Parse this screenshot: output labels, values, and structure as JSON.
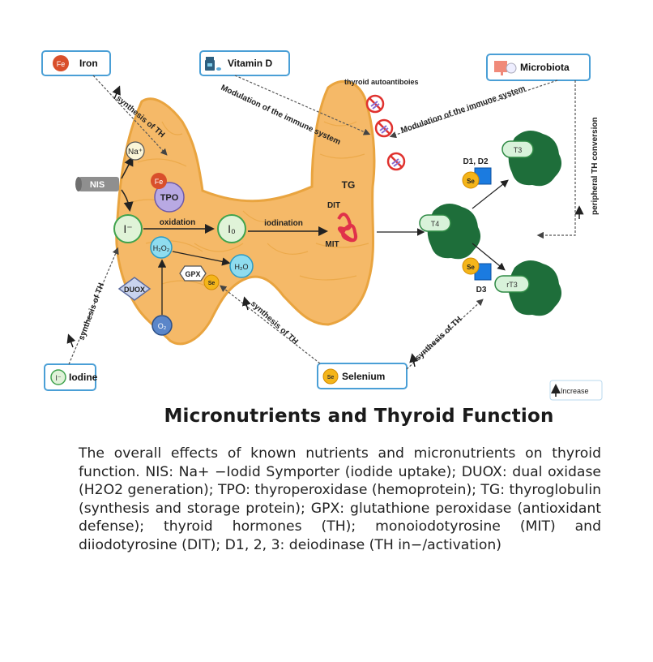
{
  "nutrients": {
    "iron": {
      "label": "Iron",
      "symbol": "Fe"
    },
    "vitamin_d": {
      "label": "Vitamin D"
    },
    "microbiota": {
      "label": "Microbiota"
    },
    "iodine": {
      "label": "Iodine",
      "symbol": "I⁻"
    },
    "selenium": {
      "label": "Selenium",
      "symbol": "Se"
    }
  },
  "legend": {
    "increase_label": "Increase"
  },
  "pathway_labels": {
    "synthesis_th": "synthesis of TH",
    "modulation_immune": "Modulation of the immune system",
    "peripheral_conversion": "peripheral TH conversion",
    "autoantibodies": "thyroid autoantiboies",
    "oxidation": "oxidation",
    "iodination": "iodination"
  },
  "molecules": {
    "na": "Na⁺",
    "nis": "NIS",
    "fe": "Fe",
    "tpo": "TPO",
    "iodide": "I⁻",
    "iodine0": "I₀",
    "h2o2": "H₂O₂",
    "h2o": "H₂O",
    "o2": "O₂",
    "duox": "DUOX",
    "gpx": "GPX",
    "se": "Se",
    "tg": "TG",
    "dit": "DIT",
    "mit": "MIT"
  },
  "hormones": {
    "t4": "T4",
    "t3": "T3",
    "rt3": "rT3",
    "d1d2": "D1, D2",
    "d3": "D3"
  },
  "colors": {
    "thyroid": "#f5b968",
    "thyroid_outline": "#e9a43f",
    "box_border": "#4a9fd6",
    "protein_green": "#1e6e3a",
    "iron_red": "#d94f2b",
    "selenium_yellow": "#f4b51a",
    "deiodinase_blue": "#1b7be0",
    "antibody_red": "#e0322f"
  },
  "title": "Micronutrients and Thyroid Function",
  "caption": "The overall effects of known nutrients and micronutrients on thyroid function. NIS: Na+ −Iodid Symporter (iodide uptake); DUOX: dual oxidase (H2O2 generation); TPO: thyroperoxidase (hemoprotein); TG: thyroglobulin (synthesis and storage protein); GPX: glutathione peroxidase (antioxidant defense); thyroid hormones (TH); monoiodotyrosine (MIT) and diiodotyrosine (DIT); D1, 2, 3: deiodinase (TH in−/activation)"
}
